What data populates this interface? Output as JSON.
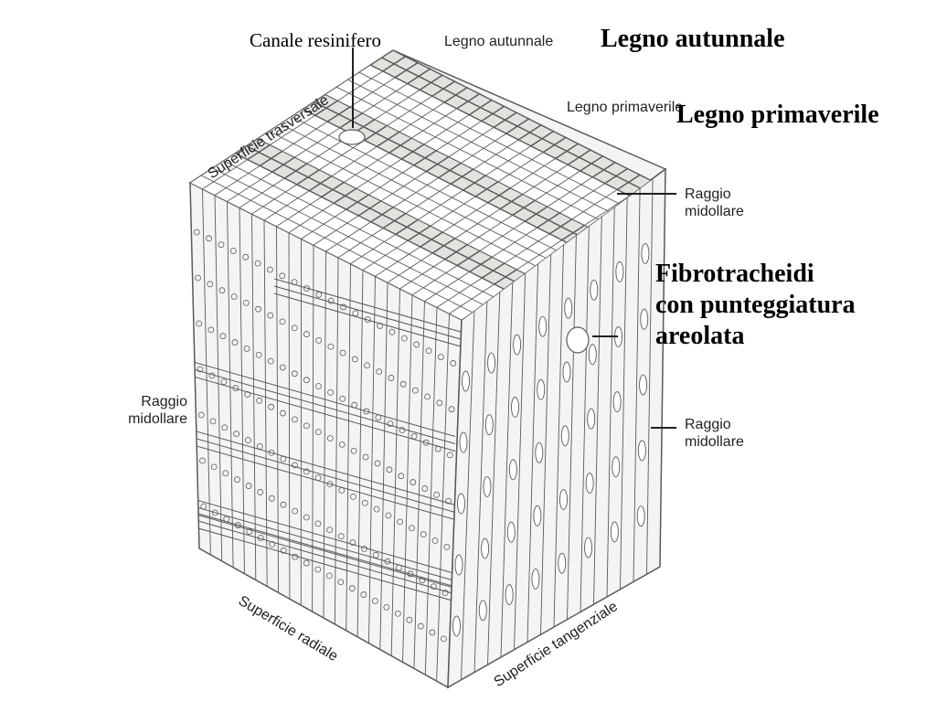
{
  "labels": {
    "canale_resinifero": "Canale resinifero",
    "legno_autunnale_small": "Legno autunnale",
    "legno_autunnale_big": "Legno autunnale",
    "legno_primaverile_small": "Legno primaverile",
    "legno_primaverile_big": "Legno primaverile",
    "raggio_top": [
      "Raggio",
      "midollare"
    ],
    "fibro": [
      "Fibrotracheidi",
      "con punteggiatura",
      "areolata"
    ],
    "raggio_left": [
      "Raggio",
      "midollare"
    ],
    "raggio_right": [
      "Raggio",
      "midollare"
    ],
    "superficie_trasversale": "Superficie trasversale",
    "superficie_radiale": "Superficie radiale",
    "superficie_tangenziale": "Superficie tangenziale"
  },
  "colors": {
    "ink": "#231f20",
    "stroke": "#5a5a5a",
    "face": "#f4f4f2",
    "cell": "#ffffff"
  }
}
